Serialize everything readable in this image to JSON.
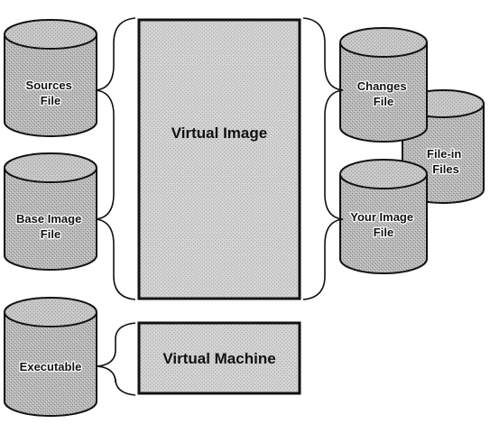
{
  "cylinders": {
    "sources": [
      "Sources",
      "File"
    ],
    "base_image": [
      "Base Image",
      "File"
    ],
    "executable": [
      "Executable"
    ],
    "changes": [
      "Changes",
      "File"
    ],
    "file_in": [
      "File-in",
      "Files"
    ],
    "your_image": [
      "Your Image",
      "File"
    ]
  },
  "boxes": {
    "virtual_image": "Virtual Image",
    "virtual_machine": "Virtual Machine"
  }
}
